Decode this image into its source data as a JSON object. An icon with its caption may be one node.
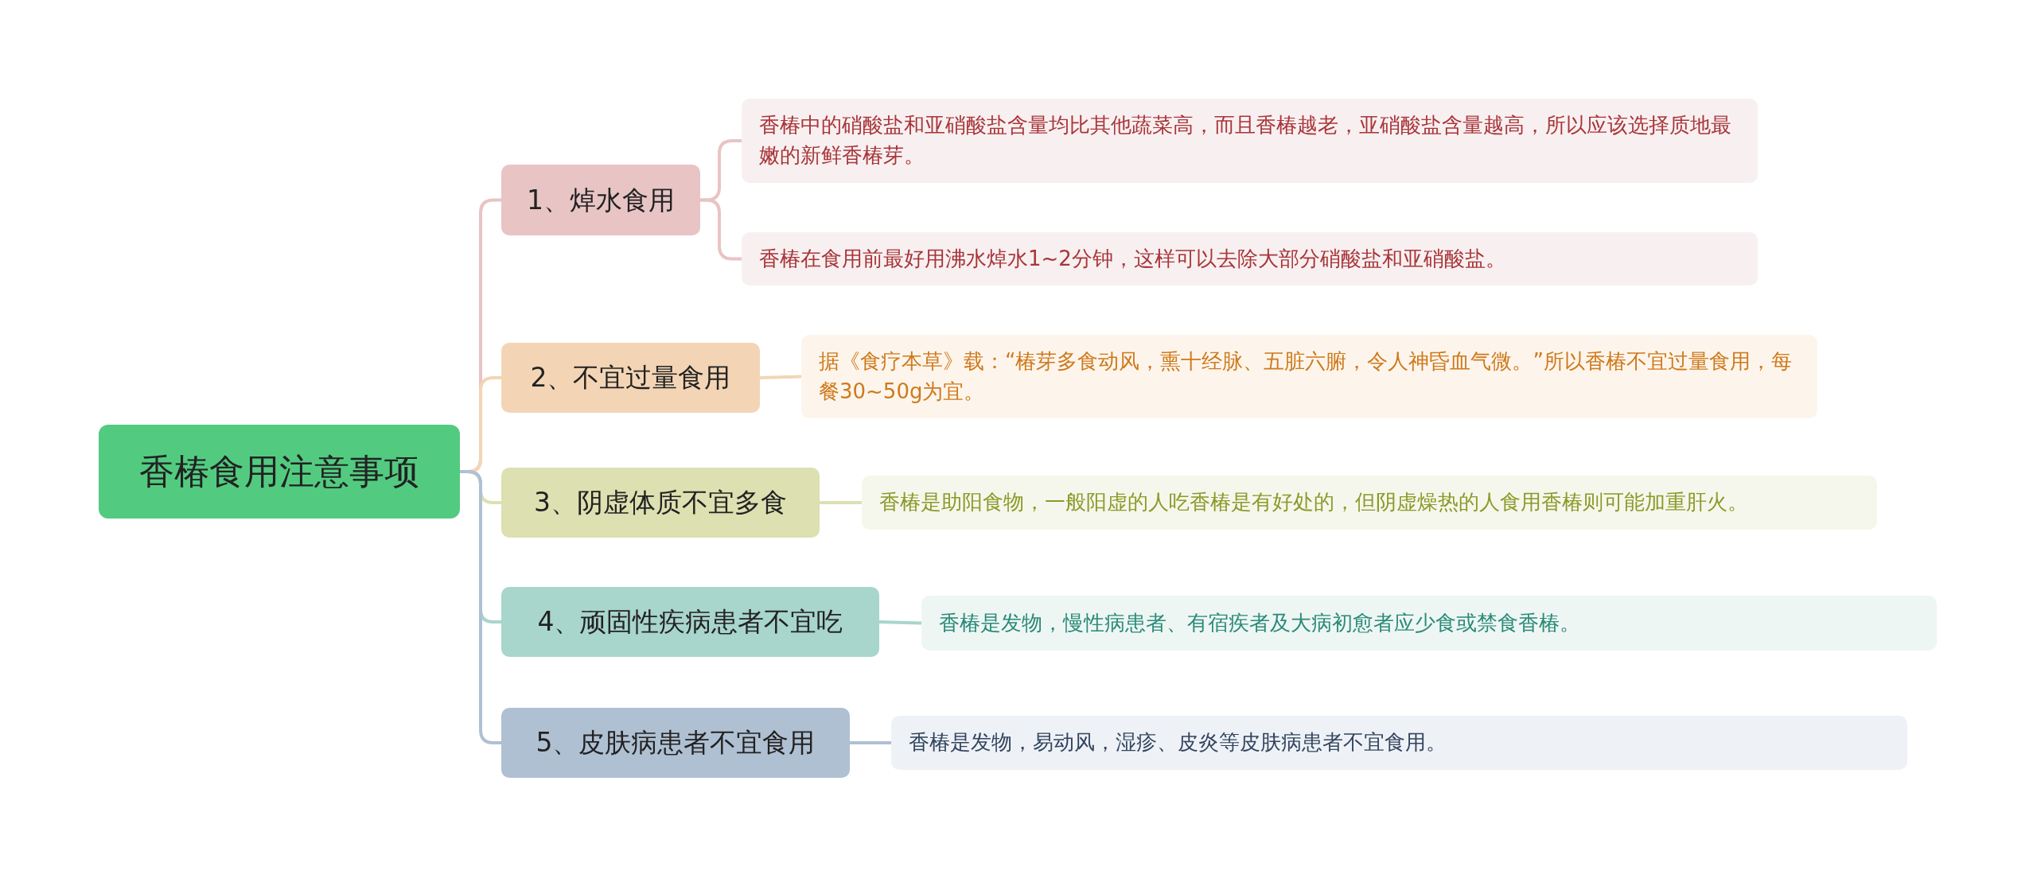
{
  "diagram": {
    "nodes": [
      {
        "text": [
          "香椿食用注意事项"
        ]
      },
      {
        "text": [
          "1、焯水食用"
        ]
      },
      {
        "text": [
          "香椿中的硝酸盐和亚硝酸盐含量均比其他蔬菜高，而且香椿越老，亚硝酸盐含量越高，所以应该选择质地最嫩的新鲜香椿芽。"
        ]
      },
      {
        "text": [
          "香椿在食用前最好用沸水焯水1~2分钟，这样可以去除大部分硝酸盐和亚硝酸盐。"
        ]
      },
      {
        "text": [
          "2、不宜过量食用"
        ]
      },
      {
        "text": [
          "据《食疗本草》载：“椿芽多食动风，熏十经脉、五脏六腑，令人神昏血气微。”所以香椿不宜过量食用，每餐30~50g为宜。"
        ]
      },
      {
        "text": [
          "3、阴虚体质不宜多食"
        ]
      },
      {
        "text": [
          "香椿是助阳食物，一般阳虚的人吃香椿是有好处的，但阴虚燥热的人食用香椿则可能加重肝火。"
        ]
      },
      {
        "text": [
          "4、顽固性疾病患者不宜吃"
        ]
      },
      {
        "text": [
          "香椿是发物，慢性病患者、有宿疾者及大病初愈者应少食或禁食香椿。"
        ]
      },
      {
        "text": [
          "5、皮肤病患者不宜食用"
        ]
      },
      {
        "text": [
          "香椿是发物，易动风，湿疹、皮炎等皮肤病患者不宜食用。"
        ]
      }
    ],
    "edges": [
      {
        "from": 0,
        "to": 1,
        "arrow": "none",
        "color": "#e8c4c4"
      },
      {
        "from": 1,
        "to": 2,
        "arrow": "none",
        "color": "#e8c4c4"
      },
      {
        "from": 1,
        "to": 3,
        "arrow": "none",
        "color": "#e8c4c4"
      },
      {
        "from": 0,
        "to": 4,
        "arrow": "none",
        "color": "#f3d5b5"
      },
      {
        "from": 4,
        "to": 5,
        "arrow": "none",
        "color": "#f3d5b5"
      },
      {
        "from": 0,
        "to": 6,
        "arrow": "none",
        "color": "#dde0b0"
      },
      {
        "from": 6,
        "to": 7,
        "arrow": "none",
        "color": "#dde0b0"
      },
      {
        "from": 0,
        "to": 8,
        "arrow": "none",
        "color": "#a8d5cc"
      },
      {
        "from": 8,
        "to": 9,
        "arrow": "none",
        "color": "#a8d5cc"
      },
      {
        "from": 0,
        "to": 10,
        "arrow": "none",
        "color": "#b0c0d3"
      },
      {
        "from": 10,
        "to": 11,
        "arrow": "none",
        "color": "#b0c0d3"
      }
    ]
  }
}
